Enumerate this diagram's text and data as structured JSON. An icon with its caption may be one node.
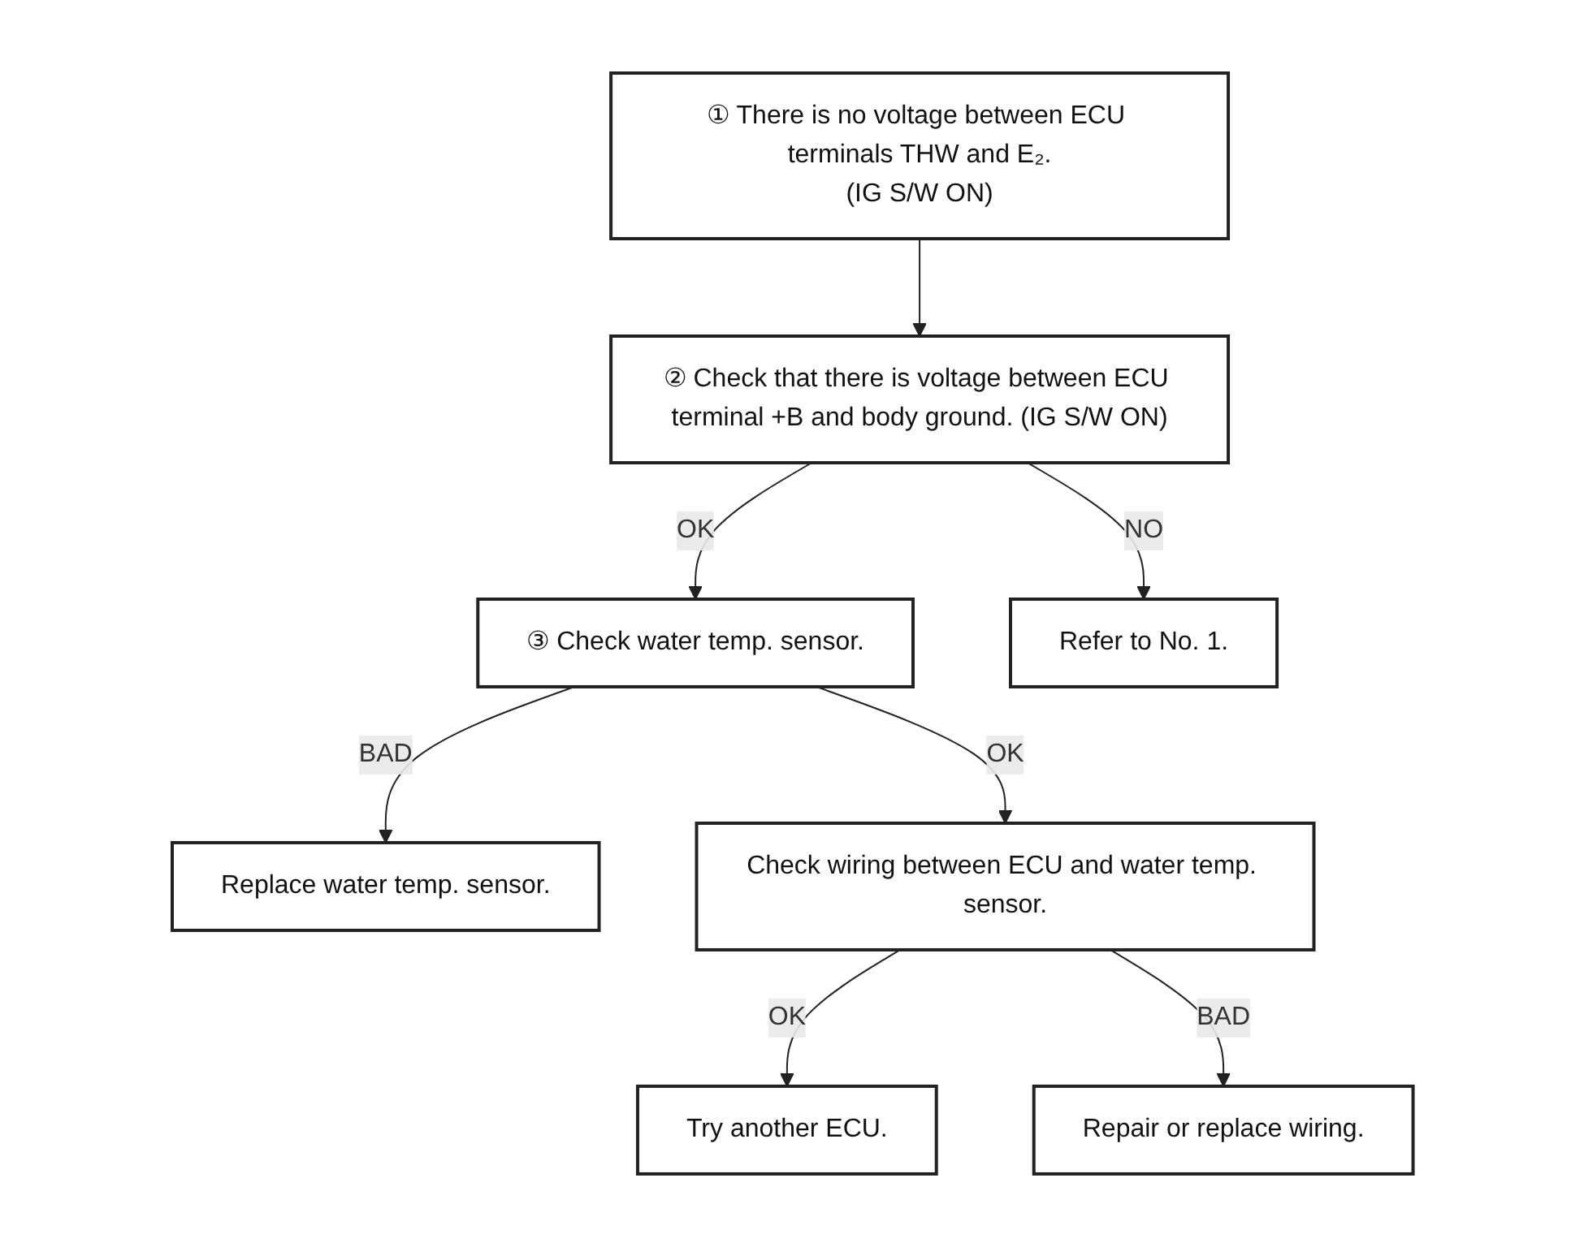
{
  "diagram": {
    "nodes": [
      {
        "text": [
          "① There is no voltage between ECU terminals THW and E₂.",
          "(IG S/W ON)"
        ]
      },
      {
        "text": [
          "② Check that there is voltage between ECU terminal +B and body ground. (IG S/W ON)"
        ]
      },
      {
        "text": [
          "③ Check water temp. sensor."
        ]
      },
      {
        "text": [
          "Refer to No. 1."
        ]
      },
      {
        "text": [
          "Replace water temp. sensor."
        ]
      },
      {
        "text": [
          "Check wiring between ECU and water temp. sensor."
        ]
      },
      {
        "text": [
          "Try another ECU."
        ]
      },
      {
        "text": [
          "Repair or replace wiring."
        ]
      }
    ],
    "edges": [
      {
        "from": 0,
        "to": 1,
        "arrow": "to"
      },
      {
        "from": 1,
        "to": 2,
        "arrow": "to",
        "label": "OK"
      },
      {
        "from": 1,
        "to": 3,
        "arrow": "to",
        "label": "NO"
      },
      {
        "from": 2,
        "to": 4,
        "arrow": "to",
        "label": "BAD"
      },
      {
        "from": 2,
        "to": 5,
        "arrow": "to",
        "label": "OK"
      },
      {
        "from": 5,
        "to": 6,
        "arrow": "to",
        "label": "OK"
      },
      {
        "from": 5,
        "to": 7,
        "arrow": "to",
        "label": "BAD"
      }
    ]
  }
}
